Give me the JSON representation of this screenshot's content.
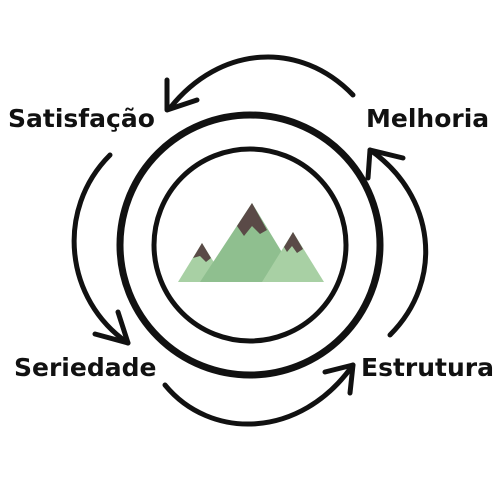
{
  "diagram": {
    "labels": {
      "top_left": "Satisfação",
      "top_right": "Melhoria",
      "bottom_left": "Seriedade",
      "bottom_right": "Estrutura"
    },
    "colors": {
      "ink": "#111111",
      "mountain_green": "#8fbf8f",
      "mountain_green_light": "#a8d0a4",
      "peak_dark": "#5a4a47"
    }
  }
}
